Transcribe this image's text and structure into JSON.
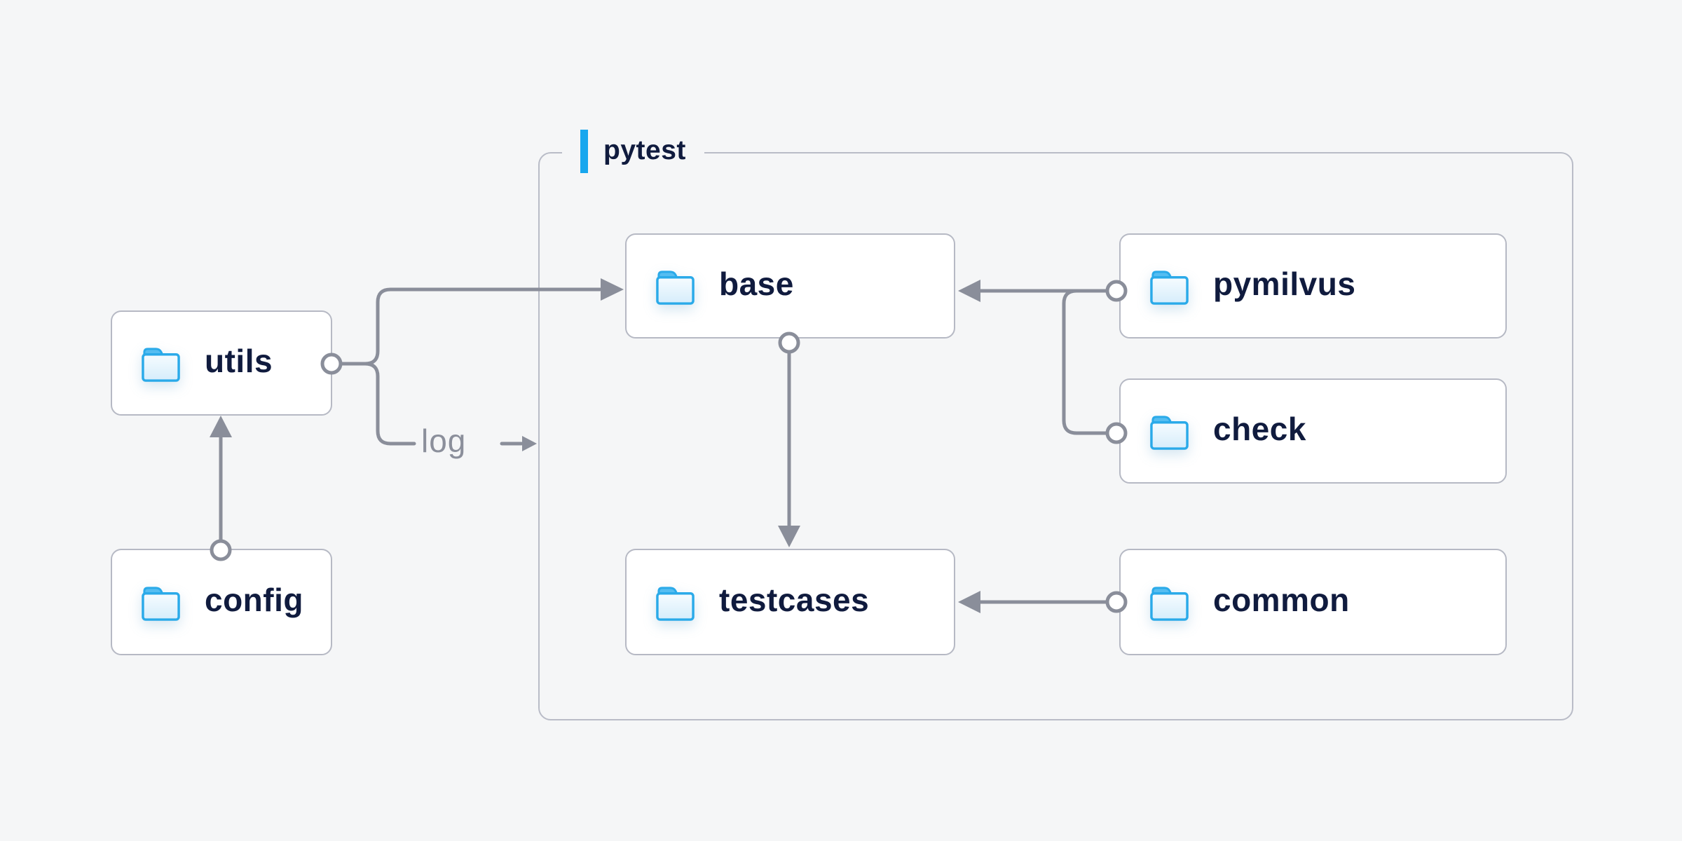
{
  "diagram": {
    "group": {
      "label": "pytest"
    },
    "nodes": {
      "utils": {
        "label": "utils",
        "icon": "folder-icon"
      },
      "config": {
        "label": "config",
        "icon": "folder-icon"
      },
      "base": {
        "label": "base",
        "icon": "folder-icon"
      },
      "testcases": {
        "label": "testcases",
        "icon": "folder-icon"
      },
      "pymilvus": {
        "label": "pymilvus",
        "icon": "folder-icon"
      },
      "check": {
        "label": "check",
        "icon": "folder-icon"
      },
      "common": {
        "label": "common",
        "icon": "folder-icon"
      }
    },
    "edge_label": {
      "log": "log"
    },
    "edges": [
      {
        "from": "config",
        "to": "utils",
        "source_marker": "circle",
        "target_marker": "arrow"
      },
      {
        "from": "utils",
        "to": "base",
        "source_marker": "circle",
        "target_marker": "arrow"
      },
      {
        "from": "utils",
        "to": "pytest-group",
        "via_label": "log",
        "source_marker": "circle",
        "target_marker": "arrow"
      },
      {
        "from": "base",
        "to": "testcases",
        "source_marker": "circle",
        "target_marker": "arrow"
      },
      {
        "from": "pymilvus",
        "to": "base",
        "source_marker": "circle",
        "target_marker": "arrow"
      },
      {
        "from": "check",
        "to": "base",
        "source_marker": "circle",
        "target_marker": "arrow"
      },
      {
        "from": "common",
        "to": "testcases",
        "source_marker": "circle",
        "target_marker": "arrow"
      }
    ],
    "colors": {
      "background": "#f5f6f7",
      "node_bg": "#ffffff",
      "node_border": "#b6b9c4",
      "group_border": "#b9bcc7",
      "accent_blue": "#18a7ee",
      "folder_border_blue": "#2aaae9",
      "folder_tab_blue": "#55bdf1",
      "connector_gray": "#8a8e9a",
      "text_navy": "#101b3e",
      "edge_label_gray": "#8b8f9b"
    }
  }
}
